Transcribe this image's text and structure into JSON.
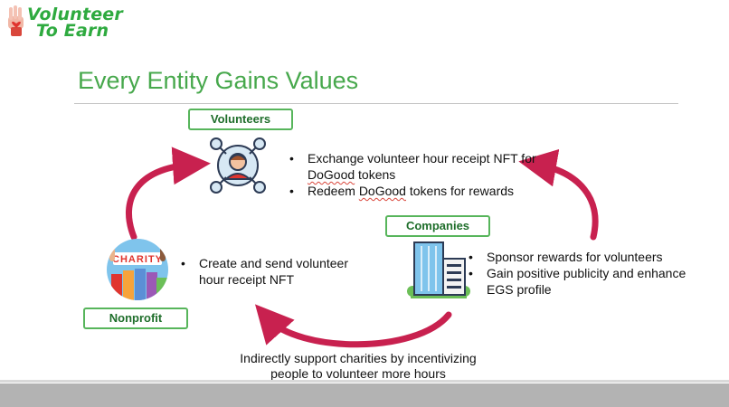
{
  "logo": {
    "line1": "Volunteer",
    "line2": "To Earn",
    "icon": "hand-heart-icon"
  },
  "title": "Every Entity Gains Values",
  "volunteers": {
    "label": "Volunteers",
    "icon": "volunteer-network-icon",
    "bullets": [
      {
        "pre": "Exchange volunteer hour receipt NFT for",
        "line2": "DoGood",
        "post": " tokens"
      },
      {
        "pre": "Redeem ",
        "squig": "DoGood",
        "post": " tokens for rewards"
      }
    ]
  },
  "companies": {
    "label": "Companies",
    "icon": "office-building-icon",
    "bullets": [
      "Sponsor rewards for volunteers",
      "Gain positive publicity and enhance",
      "EGS profile"
    ]
  },
  "nonprofit": {
    "label": "Nonprofit",
    "icon": "charity-hands-icon",
    "badge_text": "CHARITY",
    "bullets": [
      "Create and send  volunteer",
      "hour receipt NFT"
    ]
  },
  "bottom": {
    "line1": "Indirectly support charities by incentivizing",
    "line2": "people to volunteer more hours"
  },
  "colors": {
    "accent": "#47a84c",
    "arrow": "#c8214f",
    "tag_border": "#57b55b"
  }
}
